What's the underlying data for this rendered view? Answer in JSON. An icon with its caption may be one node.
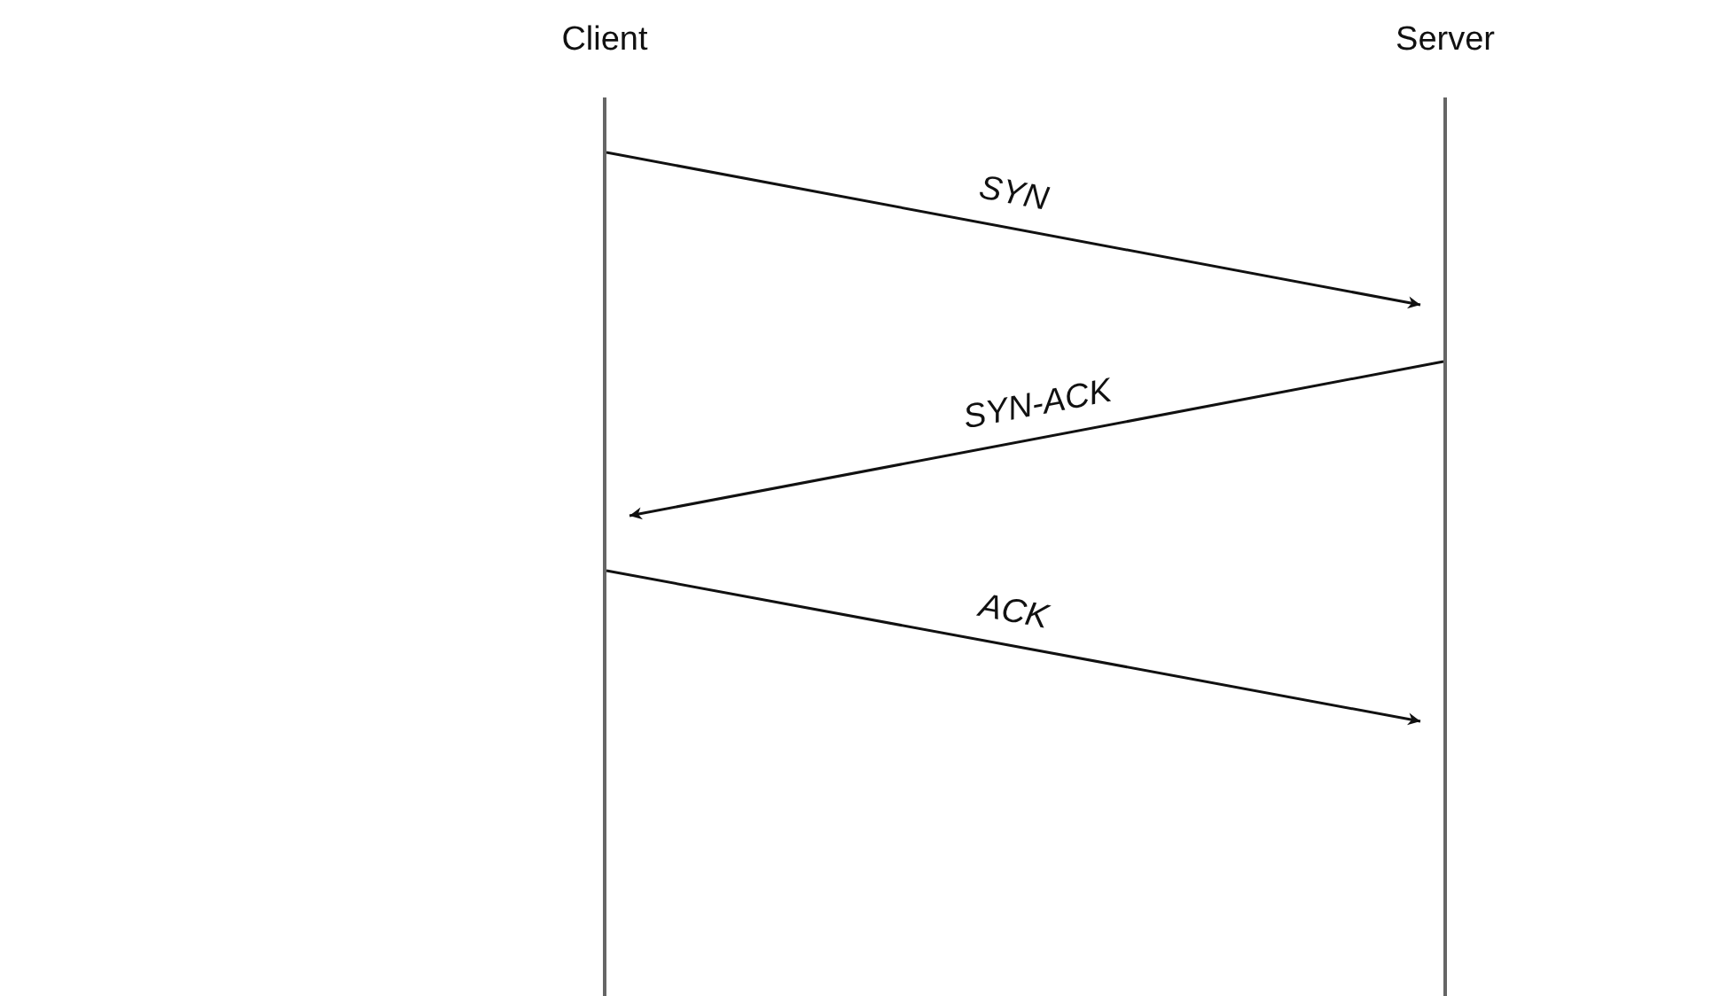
{
  "diagram": {
    "nodes": [
      {
        "text": [
          "Client"
        ]
      },
      {
        "text": [
          "Server"
        ]
      }
    ],
    "edges": [
      {
        "from": 0,
        "to": 1,
        "arrow": "to",
        "label": "SYN"
      },
      {
        "from": 1,
        "to": 0,
        "arrow": "to",
        "label": "SYN-ACK"
      },
      {
        "from": 0,
        "to": 1,
        "arrow": "to",
        "label": "ACK"
      }
    ]
  }
}
